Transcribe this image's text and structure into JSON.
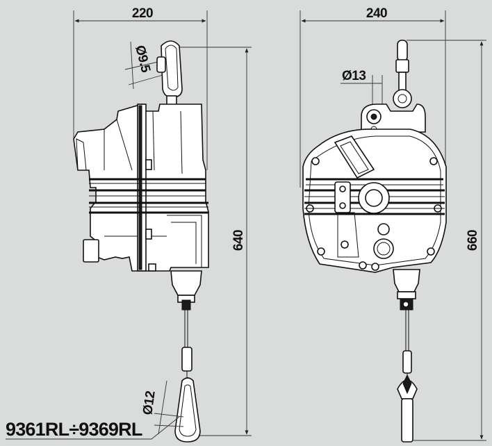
{
  "model_label": "9361RL÷9369RL",
  "side_view": {
    "width_label": "220",
    "height_label": "640",
    "hook_diameter_label": "Ø9.5",
    "cable_hook_diameter_label": "Ø12"
  },
  "front_view": {
    "width_label": "240",
    "height_label": "660",
    "hole_diameter_label": "Ø13"
  },
  "colors": {
    "background": "#d9dcdb",
    "outline": "#111111",
    "fill": "#ffffff"
  }
}
